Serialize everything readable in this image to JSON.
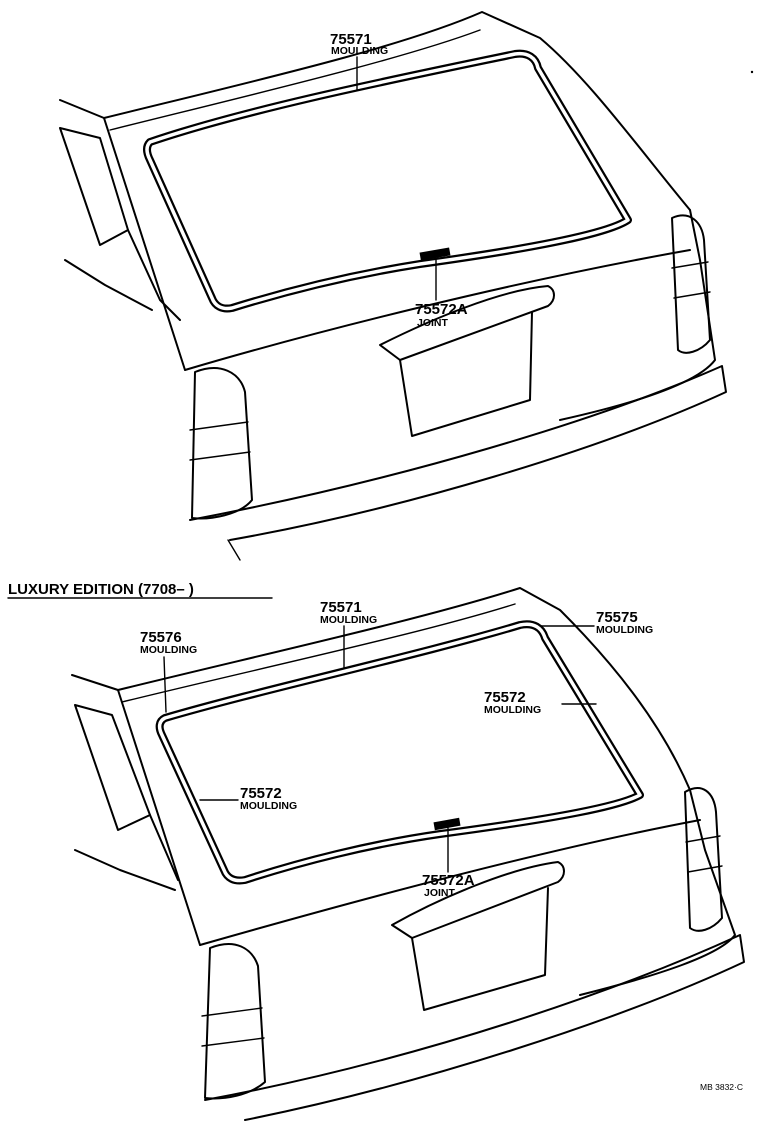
{
  "diagram": {
    "top_view": {
      "callouts": [
        {
          "part": "75571",
          "name": "MOULDING"
        },
        {
          "part": "75572A",
          "name": "JOINT"
        }
      ]
    },
    "luxury_view": {
      "header": "LUXURY EDITION (7708–      )",
      "callouts": [
        {
          "part": "75571",
          "name": "MOULDING"
        },
        {
          "part": "75575",
          "name": "MOULDING"
        },
        {
          "part": "75576",
          "name": "MOULDING"
        },
        {
          "part": "75572",
          "name": "MOULDING"
        },
        {
          "part": "75572",
          "name": "MOULDING"
        },
        {
          "part": "75572A",
          "name": "JOINT"
        }
      ]
    },
    "drawing_code": "MB 3832·C"
  }
}
